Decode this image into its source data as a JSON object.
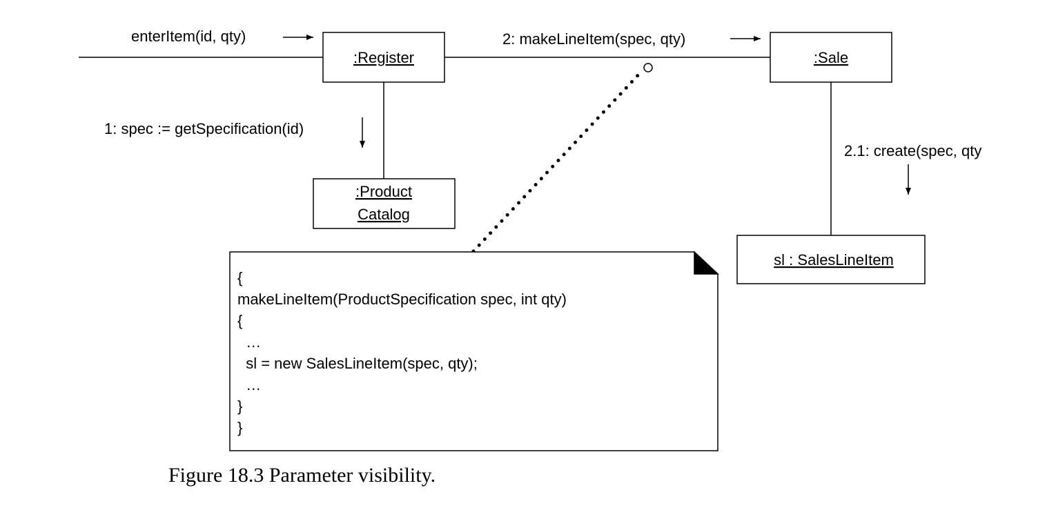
{
  "messages": {
    "enter_item": "enterItem(id, qty)",
    "make_line_item": "2: makeLineItem(spec, qty)",
    "get_specification": "1: spec := getSpecification(id)",
    "create": "2.1: create(spec, qty"
  },
  "objects": {
    "register": ":Register",
    "sale": ":Sale",
    "product_catalog_line1": ":Product",
    "product_catalog_line2": "Catalog",
    "sales_line_item": "sl : SalesLineItem"
  },
  "note": {
    "lines": [
      "{",
      "makeLineItem(ProductSpecification spec, int qty)",
      "{",
      "  …",
      "  sl = new SalesLineItem(spec, qty);",
      "  …",
      "}",
      "}"
    ]
  },
  "caption": "Figure 18.3 Parameter visibility."
}
